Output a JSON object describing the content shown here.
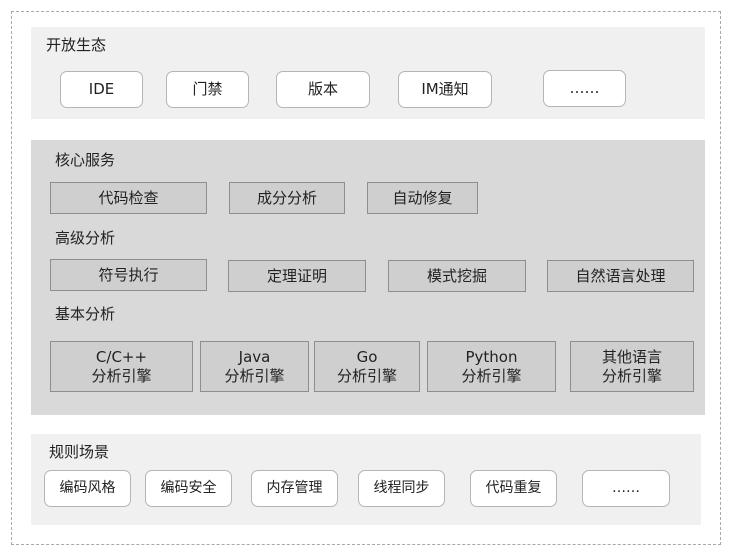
{
  "open_ecosystem": {
    "title": "开放生态",
    "items": [
      "IDE",
      "门禁",
      "版本",
      "IM通知",
      "……"
    ]
  },
  "core_services": {
    "title": "核心服务",
    "items": [
      "代码检查",
      "成分分析",
      "自动修复"
    ]
  },
  "advanced_analysis": {
    "title": "高级分析",
    "items": [
      "符号执行",
      "定理证明",
      "模式挖掘",
      "自然语言处理"
    ]
  },
  "basic_analysis": {
    "title": "基本分析",
    "items": [
      {
        "line1": "C/C++",
        "line2": "分析引擎"
      },
      {
        "line1": "Java",
        "line2": "分析引擎"
      },
      {
        "line1": "Go",
        "line2": "分析引擎"
      },
      {
        "line1": "Python",
        "line2": "分析引擎"
      },
      {
        "line1": "其他语言",
        "line2": "分析引擎"
      }
    ]
  },
  "rule_scenarios": {
    "title": "规则场景",
    "items": [
      "编码风格",
      "编码安全",
      "内存管理",
      "线程同步",
      "代码重复",
      "……"
    ]
  }
}
